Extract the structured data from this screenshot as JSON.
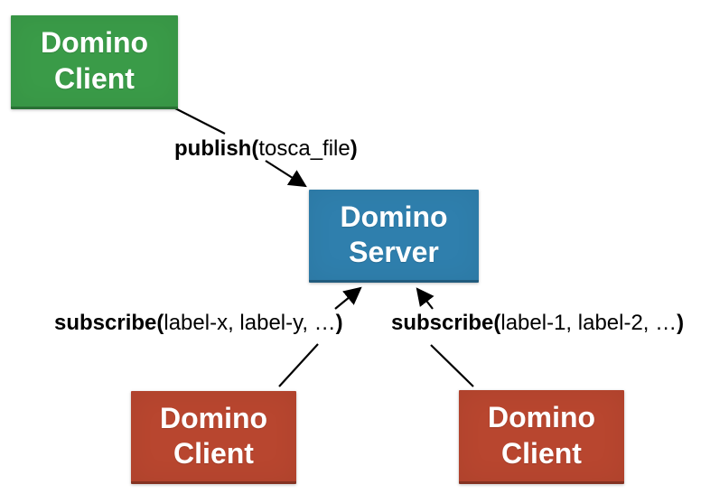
{
  "diagram": {
    "background": "#ffffff",
    "text_color": "#000000",
    "nodes": {
      "publisher": {
        "label": "Domino\nClient",
        "color": "#3a9b48"
      },
      "server": {
        "label": "Domino\nServer",
        "color": "#2f7fad"
      },
      "subscriber_left": {
        "label": "Domino\nClient",
        "color": "#b8462f"
      },
      "subscriber_right": {
        "label": "Domino\nClient",
        "color": "#b8462f"
      }
    },
    "edges": {
      "publish": {
        "prefix": "publish(",
        "args": "tosca_file",
        "suffix": ")"
      },
      "subscribe_left": {
        "prefix": "subscribe(",
        "args": "label-x, label-y, …",
        "suffix": ")"
      },
      "subscribe_right": {
        "prefix": "subscribe(",
        "args": "label-1, label-2, …",
        "suffix": ")"
      }
    }
  }
}
